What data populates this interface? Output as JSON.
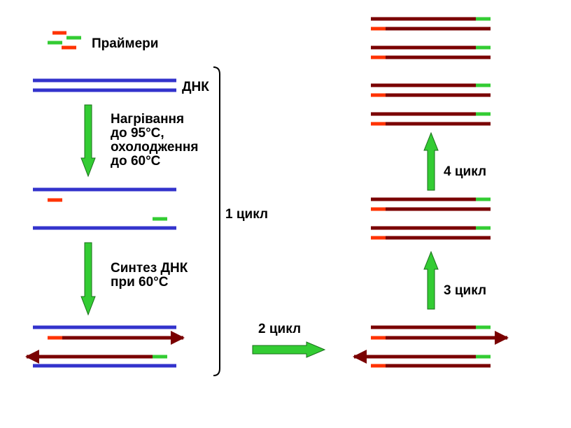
{
  "colors": {
    "dna_blue": "#3333cc",
    "new_strand": "#7a0000",
    "primer_red": "#ff3300",
    "primer_green": "#33cc33",
    "arrow_fill": "#33cc33",
    "arrow_stroke": "#1a6e1a",
    "text": "#000000"
  },
  "labels": {
    "primers": "Праймери",
    "dna": "ДНК",
    "heating_line1": "Нагрівання",
    "heating_line2": "до 95°С,",
    "heating_line3": "охолодження",
    "heating_line4": "до 60°С",
    "synthesis_line1": "Синтез ДНК",
    "synthesis_line2": "при 60°С",
    "cycle1": "1 цикл",
    "cycle2": "2 цикл",
    "cycle3": "3 цикл",
    "cycle4": "4 цикл"
  }
}
